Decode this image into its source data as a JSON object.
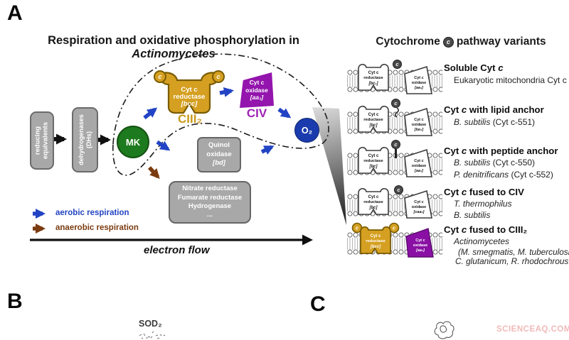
{
  "figure": {
    "panel_a_label": "A",
    "panel_b_label": "B",
    "panel_c_label": "C",
    "watermark": "SCIENCEAQ.COM"
  },
  "main": {
    "title_pre": "Respiration and oxidative phosphorylation in ",
    "title_italic": "Actinomycetes",
    "reducing_box_l1": "reducing",
    "reducing_box_l2": "equivalents",
    "dh_box_l1": "dehydrogenases",
    "dh_box_l2": "(DHs)",
    "mk_label": "MK",
    "ciii2": {
      "l1": "Cyt c",
      "l2": "reductase",
      "l3": "[bcc]",
      "c": "c",
      "label": "CIII₂"
    },
    "civ": {
      "l1": "Cyt c",
      "l2": "oxidase",
      "l3": "[aa₃]",
      "label": "CIV"
    },
    "o2_label": "O₂",
    "quinol": {
      "l1": "Quinol",
      "l2": "oxidase",
      "l3": "[bd]"
    },
    "anaerobic_enzymes": {
      "l1": "Nitrate reductase",
      "l2": "Fumarate reductase",
      "l3": "Hydrogenase",
      "l4": "..."
    },
    "legend_aerobic": "aerobic respiration",
    "legend_anaerobic": "anaerobic respiration",
    "electron_flow_label": "electron flow"
  },
  "variants": {
    "header_pre": "Cytochrome",
    "header_c": "c",
    "header_post": "pathway variants",
    "c_letter": "c",
    "rows": [
      {
        "title_pre": "Soluble Cyt ",
        "title_it": "c",
        "title_post": "",
        "line1_it": "",
        "line1_ro": "Eukaryotic mitochondria Cyt c",
        "red_l1": "Cyt c",
        "red_l2": "reductase",
        "red_l3": "[bc₁]",
        "oxi_l1": "Cyt c",
        "oxi_l2": "oxidase",
        "oxi_l3": "[aa₃]"
      },
      {
        "title_pre": "Cyt ",
        "title_it": "c",
        "title_post": " with lipid anchor",
        "line1_it": "B. subtilis ",
        "line1_ro": "(Cyt c-551)",
        "red_l1": "Cyt c",
        "red_l2": "reductase",
        "red_l3": "[bc]",
        "oxi_l1": "Cyt c",
        "oxi_l2": "oxidase",
        "oxi_l3": "[bo₃]"
      },
      {
        "title_pre": "Cyt ",
        "title_it": "c",
        "title_post": " with peptide anchor",
        "line1_it": "B. subtilis ",
        "line1_ro": "(Cyt c-550)",
        "line2_it": "P. denitrificans ",
        "line2_ro": "(Cyt c-552)",
        "red_l1": "Cyt c",
        "red_l2": "reductase",
        "red_l3": "[bc]",
        "oxi_l1": "Cyt c",
        "oxi_l2": "oxidase",
        "oxi_l3": "[aa₃]"
      },
      {
        "title_pre": "Cyt ",
        "title_it": "c",
        "title_post": " fused to CIV",
        "line1_it": "T. thermophilus",
        "line1_ro": "",
        "line2_it": "B. subtilis",
        "line2_ro": "",
        "red_l1": "Cyt c",
        "red_l2": "reductase",
        "red_l3": "[bc]",
        "oxi_l1": "Cyt c",
        "oxi_l2": "oxidase",
        "oxi_l3": "[caa₃]"
      },
      {
        "title_pre": "Cyt ",
        "title_it": "c",
        "title_post": " fused to CIII₂",
        "line1_it": "Actinomycetes",
        "line1_ro": "",
        "line2_it": "(M. smegmatis, M. tuberculosis,",
        "line2_ro": "",
        "line3_it": "C. glutanicum, R. rhodochrous ...)",
        "line3_ro": "",
        "red_l1": "Cyt c",
        "red_l2": "reductase",
        "red_l3": "[bcc]",
        "oxi_l1": "Cyt c",
        "oxi_l2": "oxidase",
        "oxi_l3": "[aa₃]"
      }
    ]
  },
  "panel_b": {
    "sod_label": "SOD₂"
  },
  "colors": {
    "gold": "#d5a021",
    "gold_border": "#7a5c00",
    "gold_text_label": "#c8991b",
    "purple": "#9315ad",
    "purple_label": "#a020b5",
    "arrow_blue": "#2244c4",
    "arrow_brown": "#7a3b10",
    "mk_green": "#1e7a1e",
    "o2_blue": "#1a3bad",
    "gray_box": "#a8a8a8",
    "watermark_pink": "#f2b9b9"
  }
}
